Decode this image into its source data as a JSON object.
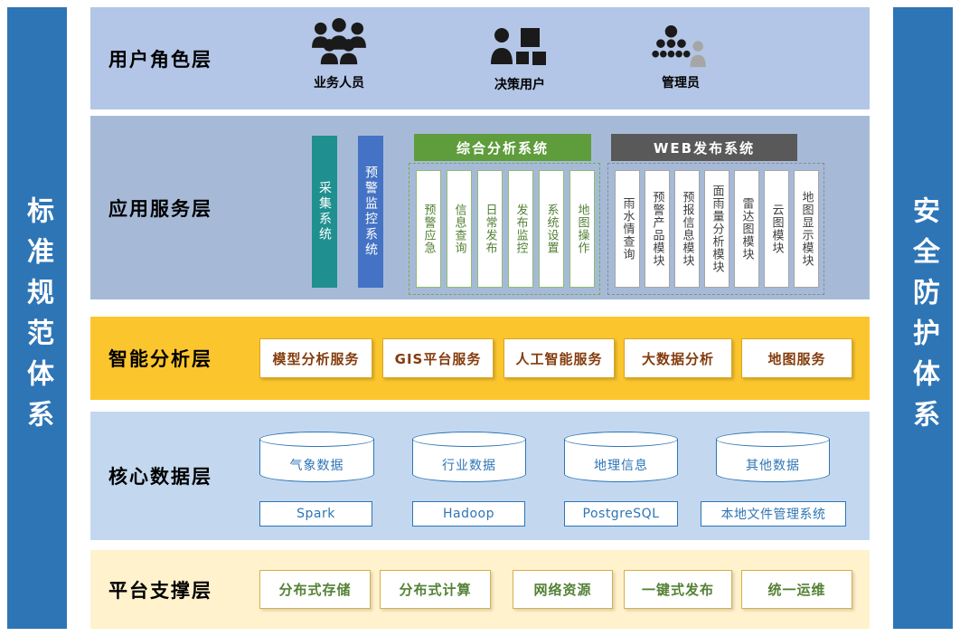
{
  "palette": {
    "side_bar_blue": "#2E75B6",
    "user_layer_bg": "#B3C6E7",
    "app_layer_bg": "#A6BAD8",
    "intel_layer_bg": "#FBC62D",
    "data_layer_bg": "#C3D8EF",
    "support_layer_bg": "#FFF2CC",
    "collection_bar_teal": "#1F8F8F",
    "warning_bar_blue": "#4472C4",
    "analysis_header_green": "#5F9C3C",
    "web_header_gray": "#595959",
    "data_accent_blue": "#2E75B6",
    "support_text_green": "#538135",
    "intel_text_brown": "#843C0C"
  },
  "side_bars": {
    "left_label": "标准规范体系",
    "right_label": "安全防护体系"
  },
  "layers": {
    "user_role": {
      "title": "用户角色层",
      "roles": [
        {
          "label": "业务人员"
        },
        {
          "label": "决策用户"
        },
        {
          "label": "管理员"
        }
      ]
    },
    "app_service": {
      "title": "应用服务层",
      "bars": [
        {
          "label": "采集系统"
        },
        {
          "label": "预警监控系统"
        }
      ],
      "analysis_system": {
        "title": "综合分析系统",
        "modules": [
          "预警应急",
          "信息查询",
          "日常发布",
          "发布监控",
          "系统设置",
          "地图操作"
        ]
      },
      "web_system": {
        "title": "WEB发布系统",
        "modules": [
          "雨水情查询",
          "预警产品模块",
          "预报信息模块",
          "面雨量分析模块",
          "雷达图模块",
          "云图模块",
          "地图显示模块"
        ]
      }
    },
    "intelligent": {
      "title": "智能分析层",
      "services": [
        "模型分析服务",
        "GIS平台服务",
        "人工智能服务",
        "大数据分析",
        "地图服务"
      ]
    },
    "core_data": {
      "title": "核心数据层",
      "databases": [
        "气象数据",
        "行业数据",
        "地理信息",
        "其他数据"
      ],
      "storages": [
        "Spark",
        "Hadoop",
        "PostgreSQL",
        "本地文件管理系统"
      ]
    },
    "support": {
      "title": "平台支撑层",
      "items": [
        "分布式存储",
        "分布式计算",
        "网络资源",
        "一键式发布",
        "统一运维"
      ]
    }
  }
}
